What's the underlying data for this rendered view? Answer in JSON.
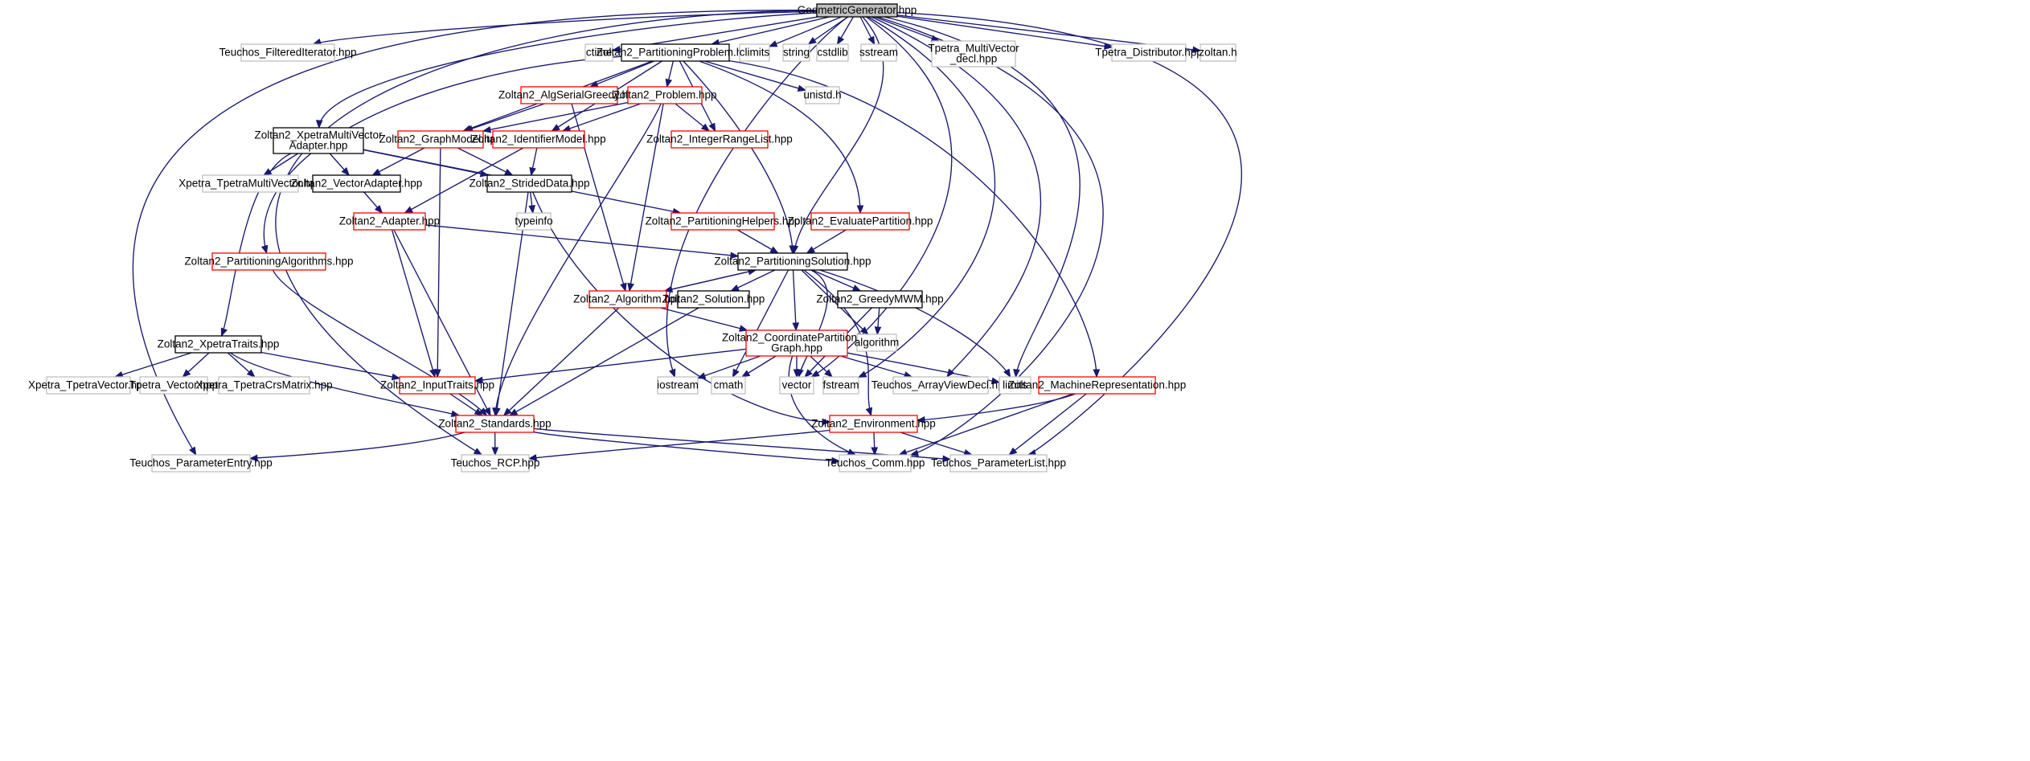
{
  "diagram": {
    "type": "include-dependency-graph",
    "root": "geometric_generator",
    "colors": {
      "edge": "#191970",
      "root_fill": "#bfbfbf",
      "documented_border": "#000000",
      "missing_border": "#ff0000",
      "external_border": "#bfbfbf",
      "node_fill": "#ffffff"
    },
    "nodes": [
      {
        "id": "geometric_generator",
        "lines": [
          "GeometricGenerator.hpp"
        ],
        "kind": "root"
      },
      {
        "id": "teuchos_filtered_iterator",
        "lines": [
          "Teuchos_FilteredIterator.hpp"
        ],
        "kind": "external"
      },
      {
        "id": "ctime",
        "lines": [
          "ctime"
        ],
        "kind": "external"
      },
      {
        "id": "partitioning_problem",
        "lines": [
          "Zoltan2_PartitioningProblem.hpp"
        ],
        "kind": "documented"
      },
      {
        "id": "climits",
        "lines": [
          "climits"
        ],
        "kind": "external"
      },
      {
        "id": "string",
        "lines": [
          "string"
        ],
        "kind": "external"
      },
      {
        "id": "cstdlib",
        "lines": [
          "cstdlib"
        ],
        "kind": "external"
      },
      {
        "id": "sstream",
        "lines": [
          "sstream"
        ],
        "kind": "external"
      },
      {
        "id": "tpetra_multivector_decl",
        "lines": [
          "Tpetra_MultiVector",
          "_decl.hpp"
        ],
        "kind": "external"
      },
      {
        "id": "tpetra_distributor",
        "lines": [
          "Tpetra_Distributor.hpp"
        ],
        "kind": "external"
      },
      {
        "id": "zoltan_h",
        "lines": [
          "zoltan.h"
        ],
        "kind": "external"
      },
      {
        "id": "alg_serial_greedy",
        "lines": [
          "Zoltan2_AlgSerialGreedy.hpp"
        ],
        "kind": "missing"
      },
      {
        "id": "problem",
        "lines": [
          "Zoltan2_Problem.hpp"
        ],
        "kind": "missing"
      },
      {
        "id": "unistd",
        "lines": [
          "unistd.h"
        ],
        "kind": "external"
      },
      {
        "id": "xpetra_mv_adapter",
        "lines": [
          "Zoltan2_XpetraMultiVector",
          "Adapter.hpp"
        ],
        "kind": "documented"
      },
      {
        "id": "graph_model",
        "lines": [
          "Zoltan2_GraphModel.hpp"
        ],
        "kind": "missing"
      },
      {
        "id": "identifier_model",
        "lines": [
          "Zoltan2_IdentifierModel.hpp"
        ],
        "kind": "missing"
      },
      {
        "id": "integer_range_list",
        "lines": [
          "Zoltan2_IntegerRangeList.hpp"
        ],
        "kind": "missing"
      },
      {
        "id": "xpetra_tpetra_mv",
        "lines": [
          "Xpetra_TpetraMultiVector.hpp"
        ],
        "kind": "external"
      },
      {
        "id": "vector_adapter",
        "lines": [
          "Zoltan2_VectorAdapter.hpp"
        ],
        "kind": "documented"
      },
      {
        "id": "strided_data",
        "lines": [
          "Zoltan2_StridedData.hpp"
        ],
        "kind": "documented"
      },
      {
        "id": "adapter",
        "lines": [
          "Zoltan2_Adapter.hpp"
        ],
        "kind": "missing"
      },
      {
        "id": "typeinfo",
        "lines": [
          "typeinfo"
        ],
        "kind": "external"
      },
      {
        "id": "partitioning_helpers",
        "lines": [
          "Zoltan2_PartitioningHelpers.hpp"
        ],
        "kind": "missing"
      },
      {
        "id": "evaluate_partition",
        "lines": [
          "Zoltan2_EvaluatePartition.hpp"
        ],
        "kind": "missing"
      },
      {
        "id": "partitioning_algorithms",
        "lines": [
          "Zoltan2_PartitioningAlgorithms.hpp"
        ],
        "kind": "missing"
      },
      {
        "id": "partitioning_solution",
        "lines": [
          "Zoltan2_PartitioningSolution.hpp"
        ],
        "kind": "documented"
      },
      {
        "id": "algorithm_hpp",
        "lines": [
          "Zoltan2_Algorithm.hpp"
        ],
        "kind": "missing"
      },
      {
        "id": "solution",
        "lines": [
          "Zoltan2_Solution.hpp"
        ],
        "kind": "documented"
      },
      {
        "id": "greedy_mwm",
        "lines": [
          "Zoltan2_GreedyMWM.hpp"
        ],
        "kind": "documented"
      },
      {
        "id": "coord_part_graph",
        "lines": [
          "Zoltan2_CoordinatePartitioning",
          "Graph.hpp"
        ],
        "kind": "missing"
      },
      {
        "id": "algorithm_std",
        "lines": [
          "algorithm"
        ],
        "kind": "external"
      },
      {
        "id": "xpetra_traits",
        "lines": [
          "Zoltan2_XpetraTraits.hpp"
        ],
        "kind": "documented"
      },
      {
        "id": "xpetra_tpetra_vector",
        "lines": [
          "Xpetra_TpetraVector.hpp"
        ],
        "kind": "external"
      },
      {
        "id": "tpetra_vector",
        "lines": [
          "Tpetra_Vector.hpp"
        ],
        "kind": "external"
      },
      {
        "id": "xpetra_tpetra_crs",
        "lines": [
          "Xpetra_TpetraCrsMatrix.hpp"
        ],
        "kind": "external"
      },
      {
        "id": "input_traits",
        "lines": [
          "Zoltan2_InputTraits.hpp"
        ],
        "kind": "missing"
      },
      {
        "id": "iostream",
        "lines": [
          "iostream"
        ],
        "kind": "external"
      },
      {
        "id": "cmath",
        "lines": [
          "cmath"
        ],
        "kind": "external"
      },
      {
        "id": "vector",
        "lines": [
          "vector"
        ],
        "kind": "external"
      },
      {
        "id": "fstream",
        "lines": [
          "fstream"
        ],
        "kind": "external"
      },
      {
        "id": "teuchos_arrayview",
        "lines": [
          "Teuchos_ArrayViewDecl.hpp"
        ],
        "kind": "external"
      },
      {
        "id": "limits",
        "lines": [
          "limits"
        ],
        "kind": "external"
      },
      {
        "id": "machine_rep",
        "lines": [
          "Zoltan2_MachineRepresentation.hpp"
        ],
        "kind": "missing"
      },
      {
        "id": "standards",
        "lines": [
          "Zoltan2_Standards.hpp"
        ],
        "kind": "missing"
      },
      {
        "id": "environment",
        "lines": [
          "Zoltan2_Environment.hpp"
        ],
        "kind": "missing"
      },
      {
        "id": "teuchos_param_entry",
        "lines": [
          "Teuchos_ParameterEntry.hpp"
        ],
        "kind": "external"
      },
      {
        "id": "teuchos_rcp",
        "lines": [
          "Teuchos_RCP.hpp"
        ],
        "kind": "external"
      },
      {
        "id": "teuchos_comm",
        "lines": [
          "Teuchos_Comm.hpp"
        ],
        "kind": "external"
      },
      {
        "id": "teuchos_param_list",
        "lines": [
          "Teuchos_ParameterList.hpp"
        ],
        "kind": "external"
      }
    ],
    "edges": [
      [
        "geometric_generator",
        "teuchos_filtered_iterator"
      ],
      [
        "geometric_generator",
        "ctime"
      ],
      [
        "geometric_generator",
        "partitioning_problem"
      ],
      [
        "geometric_generator",
        "climits"
      ],
      [
        "geometric_generator",
        "string"
      ],
      [
        "geometric_generator",
        "cstdlib"
      ],
      [
        "geometric_generator",
        "sstream"
      ],
      [
        "geometric_generator",
        "tpetra_multivector_decl"
      ],
      [
        "geometric_generator",
        "tpetra_distributor"
      ],
      [
        "geometric_generator",
        "zoltan_h"
      ],
      [
        "geometric_generator",
        "xpetra_mv_adapter"
      ],
      [
        "geometric_generator",
        "iostream"
      ],
      [
        "geometric_generator",
        "partitioning_solution"
      ],
      [
        "geometric_generator",
        "vector"
      ],
      [
        "geometric_generator",
        "fstream"
      ],
      [
        "geometric_generator",
        "teuchos_arrayview"
      ],
      [
        "geometric_generator",
        "limits"
      ],
      [
        "geometric_generator",
        "teuchos_comm"
      ],
      [
        "geometric_generator",
        "teuchos_param_list"
      ],
      [
        "geometric_generator",
        "teuchos_param_entry"
      ],
      [
        "geometric_generator",
        "teuchos_rcp"
      ],
      [
        "partitioning_problem",
        "alg_serial_greedy"
      ],
      [
        "partitioning_problem",
        "problem"
      ],
      [
        "partitioning_problem",
        "unistd"
      ],
      [
        "partitioning_problem",
        "graph_model"
      ],
      [
        "partitioning_problem",
        "identifier_model"
      ],
      [
        "partitioning_problem",
        "integer_range_list"
      ],
      [
        "partitioning_problem",
        "partitioning_algorithms"
      ],
      [
        "partitioning_problem",
        "evaluate_partition"
      ],
      [
        "partitioning_problem",
        "machine_rep"
      ],
      [
        "partitioning_problem",
        "partitioning_solution"
      ],
      [
        "alg_serial_greedy",
        "graph_model"
      ],
      [
        "alg_serial_greedy",
        "algorithm_hpp"
      ],
      [
        "problem",
        "graph_model"
      ],
      [
        "problem",
        "identifier_model"
      ],
      [
        "problem",
        "integer_range_list"
      ],
      [
        "problem",
        "algorithm_hpp"
      ],
      [
        "problem",
        "standards"
      ],
      [
        "xpetra_mv_adapter",
        "xpetra_tpetra_mv"
      ],
      [
        "xpetra_mv_adapter",
        "vector_adapter"
      ],
      [
        "xpetra_mv_adapter",
        "strided_data"
      ],
      [
        "xpetra_mv_adapter",
        "partitioning_helpers"
      ],
      [
        "xpetra_mv_adapter",
        "xpetra_traits"
      ],
      [
        "graph_model",
        "vector_adapter"
      ],
      [
        "graph_model",
        "strided_data"
      ],
      [
        "graph_model",
        "input_traits"
      ],
      [
        "identifier_model",
        "strided_data"
      ],
      [
        "identifier_model",
        "adapter"
      ],
      [
        "vector_adapter",
        "adapter"
      ],
      [
        "strided_data",
        "typeinfo"
      ],
      [
        "strided_data",
        "standards"
      ],
      [
        "strided_data",
        "environment"
      ],
      [
        "adapter",
        "partitioning_solution"
      ],
      [
        "adapter",
        "input_traits"
      ],
      [
        "adapter",
        "standards"
      ],
      [
        "partitioning_helpers",
        "partitioning_solution"
      ],
      [
        "evaluate_partition",
        "partitioning_solution"
      ],
      [
        "partitioning_algorithms",
        "standards"
      ],
      [
        "partitioning_solution",
        "algorithm_hpp"
      ],
      [
        "partitioning_solution",
        "solution"
      ],
      [
        "partitioning_solution",
        "greedy_mwm"
      ],
      [
        "partitioning_solution",
        "coord_part_graph"
      ],
      [
        "partitioning_solution",
        "algorithm_std"
      ],
      [
        "partitioning_solution",
        "cmath"
      ],
      [
        "partitioning_solution",
        "vector"
      ],
      [
        "partitioning_solution",
        "limits"
      ],
      [
        "partitioning_solution",
        "environment"
      ],
      [
        "algorithm_hpp",
        "partitioning_solution"
      ],
      [
        "algorithm_hpp",
        "coord_part_graph"
      ],
      [
        "algorithm_hpp",
        "standards"
      ],
      [
        "solution",
        "standards"
      ],
      [
        "greedy_mwm",
        "algorithm_std"
      ],
      [
        "greedy_mwm",
        "vector"
      ],
      [
        "coord_part_graph",
        "input_traits"
      ],
      [
        "coord_part_graph",
        "iostream"
      ],
      [
        "coord_part_graph",
        "cmath"
      ],
      [
        "coord_part_graph",
        "vector"
      ],
      [
        "coord_part_graph",
        "fstream"
      ],
      [
        "coord_part_graph",
        "teuchos_arrayview"
      ],
      [
        "coord_part_graph",
        "limits"
      ],
      [
        "coord_part_graph",
        "teuchos_comm"
      ],
      [
        "xpetra_traits",
        "xpetra_tpetra_vector"
      ],
      [
        "xpetra_traits",
        "tpetra_vector"
      ],
      [
        "xpetra_traits",
        "xpetra_tpetra_crs"
      ],
      [
        "xpetra_traits",
        "input_traits"
      ],
      [
        "xpetra_traits",
        "standards"
      ],
      [
        "input_traits",
        "standards"
      ],
      [
        "machine_rep",
        "environment"
      ],
      [
        "machine_rep",
        "teuchos_comm"
      ],
      [
        "machine_rep",
        "teuchos_param_list"
      ],
      [
        "standards",
        "teuchos_param_entry"
      ],
      [
        "standards",
        "teuchos_rcp"
      ],
      [
        "standards",
        "teuchos_comm"
      ],
      [
        "standards",
        "teuchos_param_list"
      ],
      [
        "environment",
        "teuchos_rcp"
      ],
      [
        "environment",
        "teuchos_comm"
      ],
      [
        "environment",
        "teuchos_param_list"
      ]
    ]
  }
}
